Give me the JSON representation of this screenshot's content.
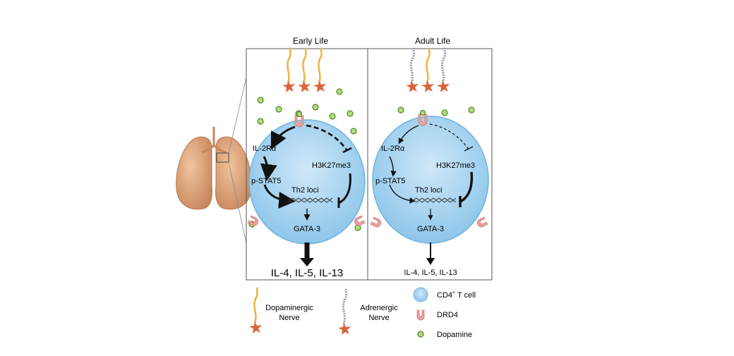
{
  "panels": {
    "early": {
      "title": "Early Life",
      "il2ra": "IL-2Rα",
      "pstat5": "p-STAT5",
      "h3k27me3": "H3K27me3",
      "th2loci": "Th2 loci",
      "gata3": "GATA-3",
      "output": "IL-4, IL-5, IL-13"
    },
    "adult": {
      "title": "Adult Life",
      "il2ra": "IL-2Rα",
      "pstat5": "p-STAT5",
      "h3k27me3": "H3K27me3",
      "th2loci": "Th2 loci",
      "gata3": "GATA-3",
      "output": "IL-4, IL-5, IL-13"
    }
  },
  "legend": {
    "dopaminergic_line1": "Dopaminergic",
    "dopaminergic_line2": "Nerve",
    "adrenergic_line1": "Adrenergic",
    "adrenergic_line2": "Nerve",
    "cd4_main": "CD4",
    "cd4_sup": "+",
    "cd4_rest": " T cell",
    "drd4": "DRD4",
    "dopamine": "Dopamine"
  },
  "colors": {
    "cell_fill": "#a9d4f0",
    "cell_edge": "#5aa8d8",
    "dopaminergic_nerve": "#e9b63a",
    "adrenergic_nerve": "#8e96b8",
    "nerve_terminal": "#d9643a",
    "receptor": "#e8a3a0",
    "dopamine_fill": "#b7d97a",
    "dopamine_edge": "#4e8a2a",
    "lung": "#dca27a"
  }
}
